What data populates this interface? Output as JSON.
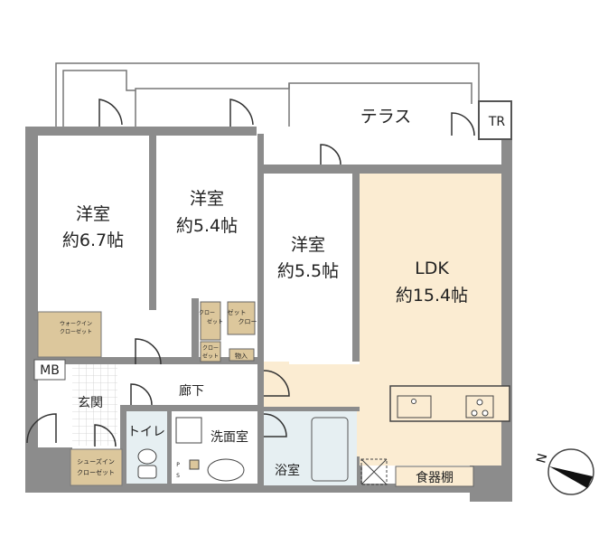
{
  "floor_plan": {
    "rooms": {
      "western1": {
        "name": "洋室",
        "size": "約6.7帖"
      },
      "western2": {
        "name": "洋室",
        "size": "約5.4帖"
      },
      "western3": {
        "name": "洋室",
        "size": "約5.5帖"
      },
      "ldk": {
        "name": "LDK",
        "size": "約15.4帖"
      },
      "terrace": "テラス",
      "tr": "TR",
      "walk_in_closet": [
        "ウォークイン",
        "クローゼット"
      ],
      "mb": "MB",
      "entrance": "玄関",
      "hallway": "廊下",
      "toilet": "トイレ",
      "washroom": "洗面室",
      "bathroom": "浴室",
      "shoes_in_closet": [
        "シューズイン",
        "クローゼット"
      ],
      "closet_a": [
        "クロー",
        "ゼット"
      ],
      "closet_b": [
        "クロー",
        "ゼット"
      ],
      "closet_c": [
        "クロー",
        "ゼット"
      ],
      "storage": "物入",
      "cupboard": "食器棚",
      "ps": [
        "P",
        "S"
      ]
    },
    "compass": {
      "label": "N"
    },
    "colors": {
      "wall": "#8c8c8c",
      "ldk": "#fbecd2",
      "closet": "#dcc79c",
      "wet": "#e6eff2",
      "room": "#ffffff"
    }
  }
}
